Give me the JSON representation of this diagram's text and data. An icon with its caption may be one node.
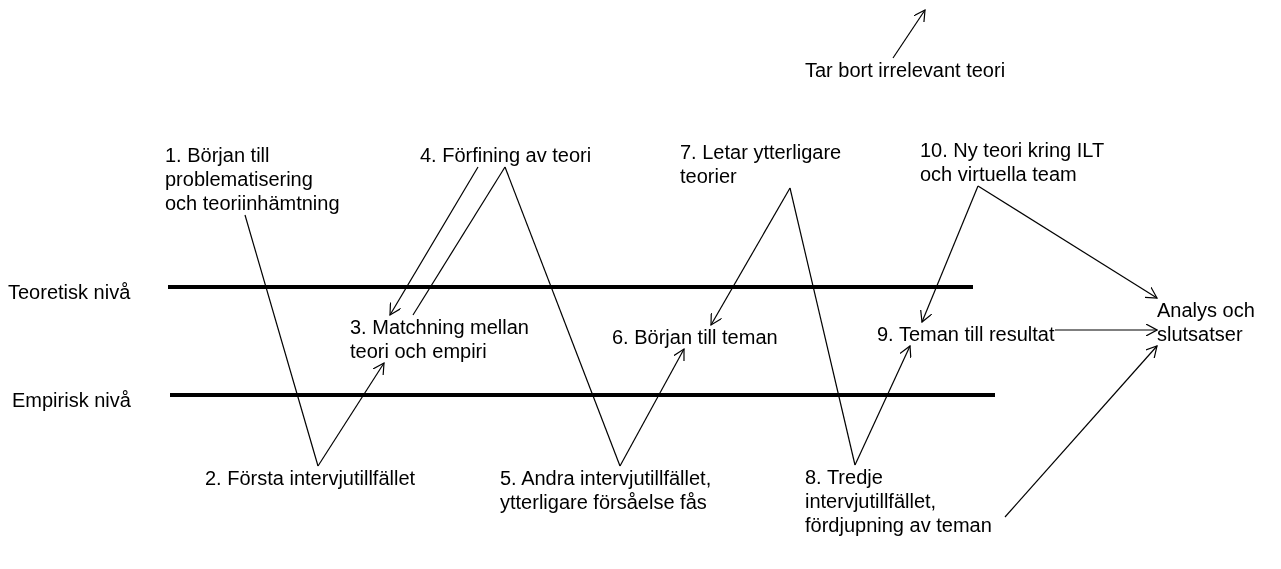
{
  "diagram": {
    "nodes": [
      {
        "text": [
          "1. Början till problematisering och teoriinhämtning"
        ]
      },
      {
        "text": [
          "2. Första intervjutillfället"
        ]
      },
      {
        "text": [
          "3. Matchning mellan teori och empiri"
        ]
      },
      {
        "text": [
          "4. Förfining av teori"
        ]
      },
      {
        "text": [
          "5. Andra intervjutillfället, ytterligare försåelse fås"
        ]
      },
      {
        "text": [
          "6. Början till teman"
        ]
      },
      {
        "text": [
          "7. Letar ytterligare teorier"
        ]
      },
      {
        "text": [
          "8. Tredje intervjutillfället, fördjupning av teman"
        ]
      },
      {
        "text": [
          "9. Teman till resultat"
        ]
      },
      {
        "text": [
          "10. Ny teori kring ILT och virtuella team"
        ]
      },
      {
        "text": [
          "Analys och slutsatser"
        ]
      },
      {
        "text": [
          "Tar bort irrelevant teori"
        ]
      }
    ],
    "edges": [
      {
        "from": 0,
        "to": 1,
        "arrow": "none"
      },
      {
        "from": 1,
        "to": 2,
        "arrow": "to"
      },
      {
        "from": 2,
        "to": 3,
        "arrow": "none"
      },
      {
        "from": 3,
        "to": 2,
        "arrow": "to"
      },
      {
        "from": 3,
        "to": 4,
        "arrow": "none"
      },
      {
        "from": 4,
        "to": 5,
        "arrow": "to"
      },
      {
        "from": 6,
        "to": 5,
        "arrow": "to"
      },
      {
        "from": 6,
        "to": 7,
        "arrow": "none"
      },
      {
        "from": 7,
        "to": 8,
        "arrow": "to"
      },
      {
        "from": 9,
        "to": 8,
        "arrow": "to"
      },
      {
        "from": 9,
        "to": 10,
        "arrow": "to"
      },
      {
        "from": 8,
        "to": 10,
        "arrow": "to"
      },
      {
        "from": 7,
        "to": 10,
        "arrow": "to"
      },
      {
        "from": 11,
        "to": null,
        "arrow": "to"
      }
    ],
    "labels": [
      "Teoretisk nivå",
      "Empirisk nivå"
    ]
  }
}
